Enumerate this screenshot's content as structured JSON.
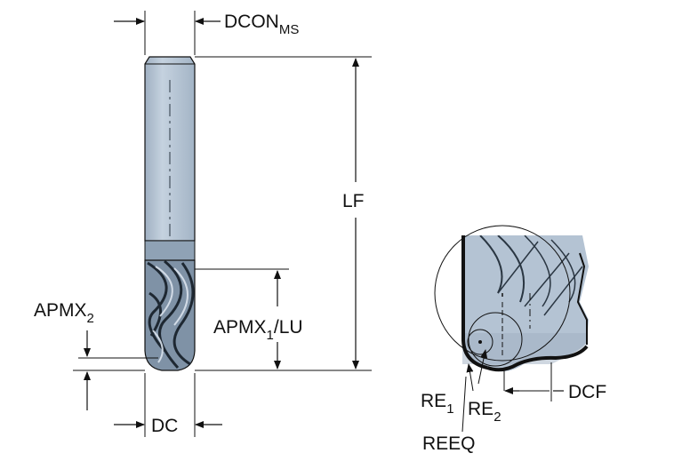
{
  "diagram": {
    "labels": {
      "dcon": "DCON",
      "dcon_sub": "MS",
      "lf": "LF",
      "apmx1": "APMX",
      "apmx1_sub": "1",
      "apmx1_suffix": "/LU",
      "apmx2": "APMX",
      "apmx2_sub": "2",
      "dc": "DC",
      "re1": "RE",
      "re1_sub": "1",
      "re2": "RE",
      "re2_sub": "2",
      "reeq": "REEQ",
      "dcf": "DCF"
    },
    "colors": {
      "tool_fill": "#b4c3d3",
      "tool_shade": "#8fa2b5",
      "tool_dark": "#4b5a69",
      "outline": "#111111",
      "background": "#ffffff"
    }
  }
}
